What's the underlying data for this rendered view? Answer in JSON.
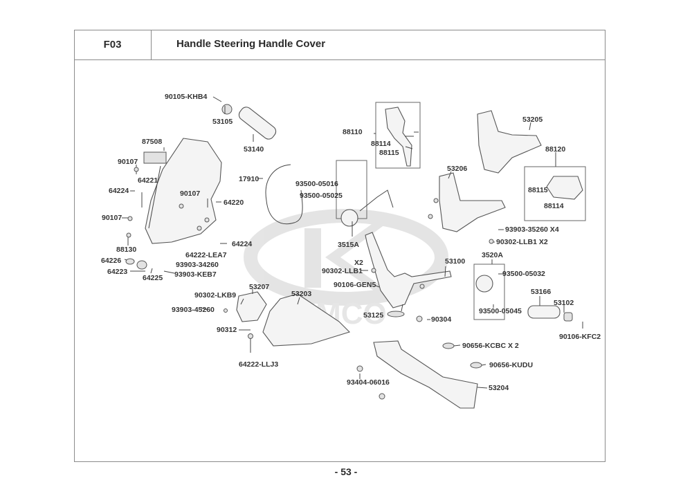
{
  "header": {
    "section_code": "F03",
    "title": "Handle Steering  Handle Cover"
  },
  "footer": {
    "page_number": "- 53 -"
  },
  "watermark": {
    "brand": "KYMCO"
  },
  "parts": [
    {
      "id": "90105-khb4",
      "label": "90105-KHB4"
    },
    {
      "id": "53105",
      "label": "53105"
    },
    {
      "id": "53140",
      "label": "53140"
    },
    {
      "id": "87508",
      "label": "87508"
    },
    {
      "id": "90107-a",
      "label": "90107"
    },
    {
      "id": "64221",
      "label": "64221"
    },
    {
      "id": "64224-a",
      "label": "64224"
    },
    {
      "id": "90107-b",
      "label": "90107"
    },
    {
      "id": "64220",
      "label": "64220"
    },
    {
      "id": "90107-c",
      "label": "90107"
    },
    {
      "id": "88130",
      "label": "88130"
    },
    {
      "id": "64224-b",
      "label": "64224"
    },
    {
      "id": "64222-lea7",
      "label": "64222-LEA7"
    },
    {
      "id": "64226",
      "label": "64226"
    },
    {
      "id": "93903-34260",
      "label": "93903-34260"
    },
    {
      "id": "64223",
      "label": "64223"
    },
    {
      "id": "93903-keb7",
      "label": "93903-KEB7"
    },
    {
      "id": "64225",
      "label": "64225"
    },
    {
      "id": "17910",
      "label": "17910"
    },
    {
      "id": "93500-05016",
      "label": "93500-05016"
    },
    {
      "id": "93500-05025",
      "label": "93500-05025"
    },
    {
      "id": "3515a",
      "label": "3515A"
    },
    {
      "id": "x2-a",
      "label": "X2"
    },
    {
      "id": "90302-llb1-a",
      "label": "90302-LLB1"
    },
    {
      "id": "90106-gen5",
      "label": "90106-GEN5"
    },
    {
      "id": "53125",
      "label": "53125"
    },
    {
      "id": "88110",
      "label": "88110"
    },
    {
      "id": "88114-a",
      "label": "88114"
    },
    {
      "id": "88115-a",
      "label": "88115"
    },
    {
      "id": "53205",
      "label": "53205"
    },
    {
      "id": "53206",
      "label": "53206"
    },
    {
      "id": "88120",
      "label": "88120"
    },
    {
      "id": "88115-b",
      "label": "88115"
    },
    {
      "id": "88114-b",
      "label": "88114"
    },
    {
      "id": "93903-35260",
      "label": "93903-35260 X4"
    },
    {
      "id": "90302-llb1-b",
      "label": "90302-LLB1 X2"
    },
    {
      "id": "53100",
      "label": "53100"
    },
    {
      "id": "3520a",
      "label": "3520A"
    },
    {
      "id": "93500-05032",
      "label": "93500-05032"
    },
    {
      "id": "93500-05045",
      "label": "93500-05045"
    },
    {
      "id": "90304",
      "label": "90304"
    },
    {
      "id": "53166",
      "label": "53166"
    },
    {
      "id": "53102",
      "label": "53102"
    },
    {
      "id": "90106-kfc2",
      "label": "90106-KFC2"
    },
    {
      "id": "90302-lkb9",
      "label": "90302-LKB9"
    },
    {
      "id": "53207",
      "label": "53207"
    },
    {
      "id": "53203",
      "label": "53203"
    },
    {
      "id": "93903-45260",
      "label": "93903-45260"
    },
    {
      "id": "90312",
      "label": "90312"
    },
    {
      "id": "64222-llj3",
      "label": "64222-LLJ3"
    },
    {
      "id": "90656-kcbc",
      "label": "90656-KCBC X 2"
    },
    {
      "id": "90656-kudu",
      "label": "90656-KUDU"
    },
    {
      "id": "93404-06016",
      "label": "93404-06016"
    },
    {
      "id": "53204",
      "label": "53204"
    }
  ]
}
